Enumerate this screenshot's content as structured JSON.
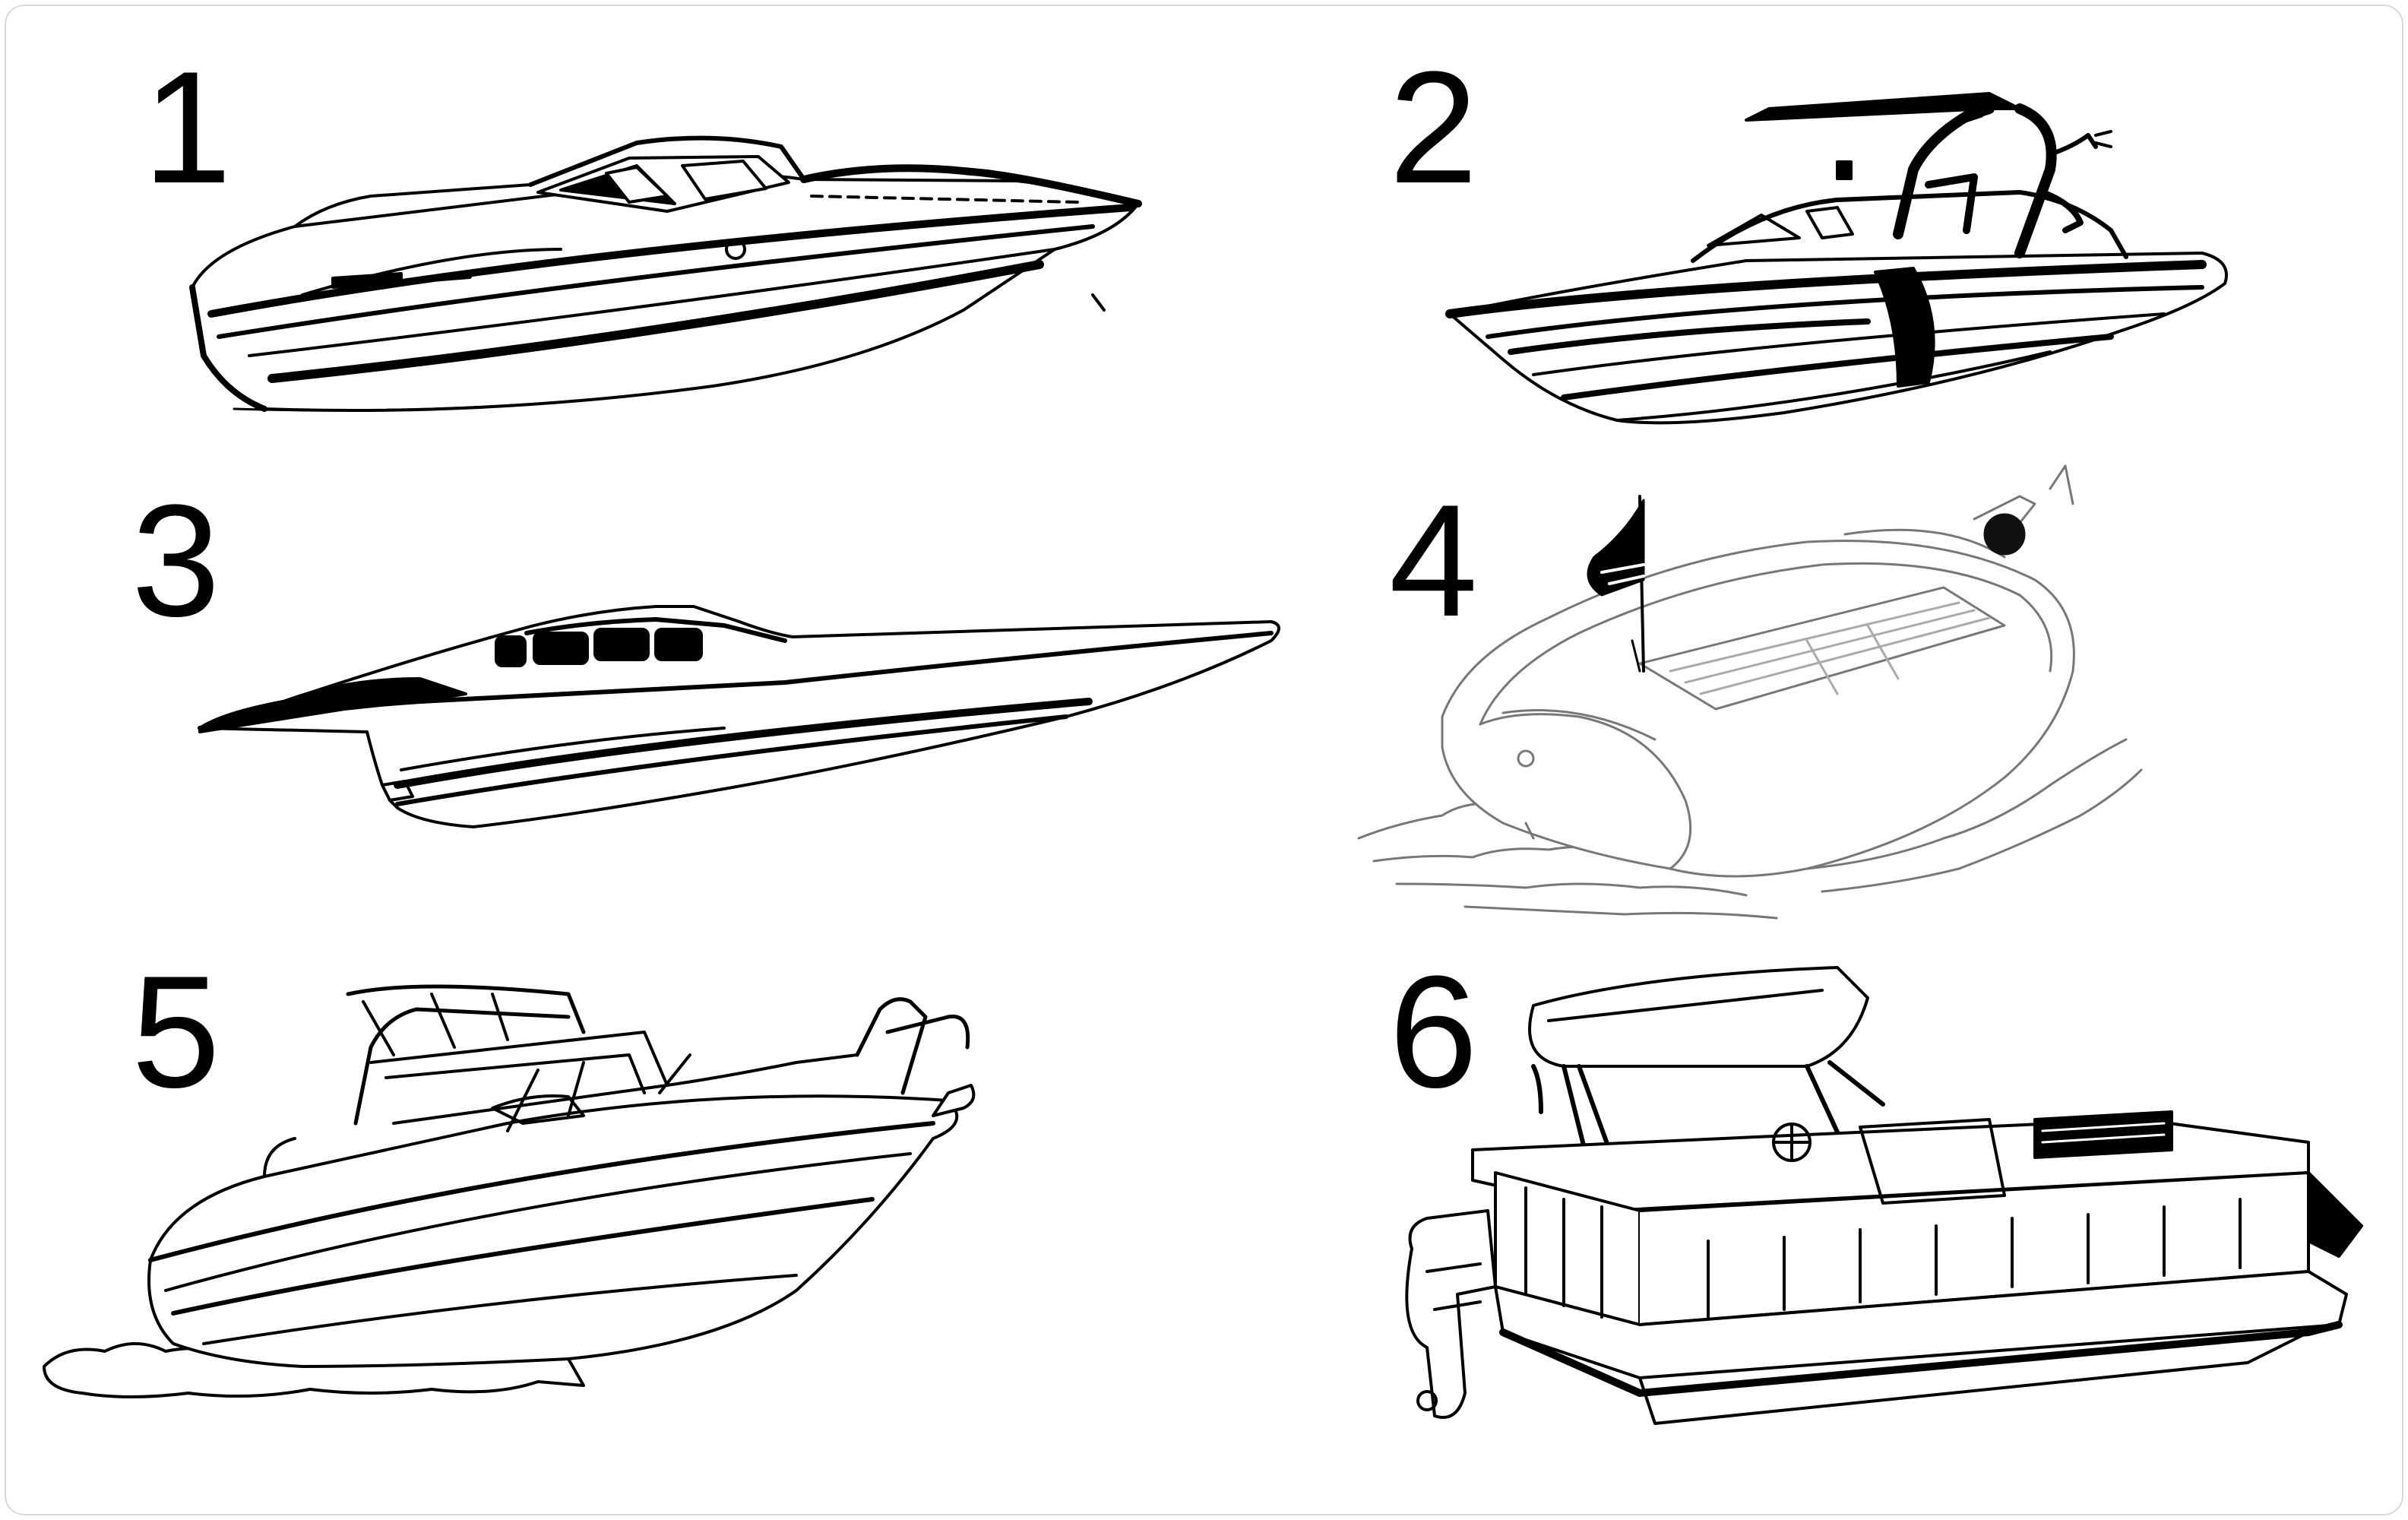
{
  "panels": [
    {
      "number": "1",
      "icon": "speedboat-cruiser-icon"
    },
    {
      "number": "2",
      "icon": "wakeboard-tower-boat-icon"
    },
    {
      "number": "3",
      "icon": "offshore-performance-boat-icon"
    },
    {
      "number": "4",
      "icon": "classic-wooden-runabout-icon"
    },
    {
      "number": "5",
      "icon": "walkaround-cabin-boat-icon"
    },
    {
      "number": "6",
      "icon": "pontoon-boat-icon"
    }
  ],
  "colors": {
    "line": "#000000",
    "light_line": "#8a8a8a",
    "background": "#ffffff"
  }
}
